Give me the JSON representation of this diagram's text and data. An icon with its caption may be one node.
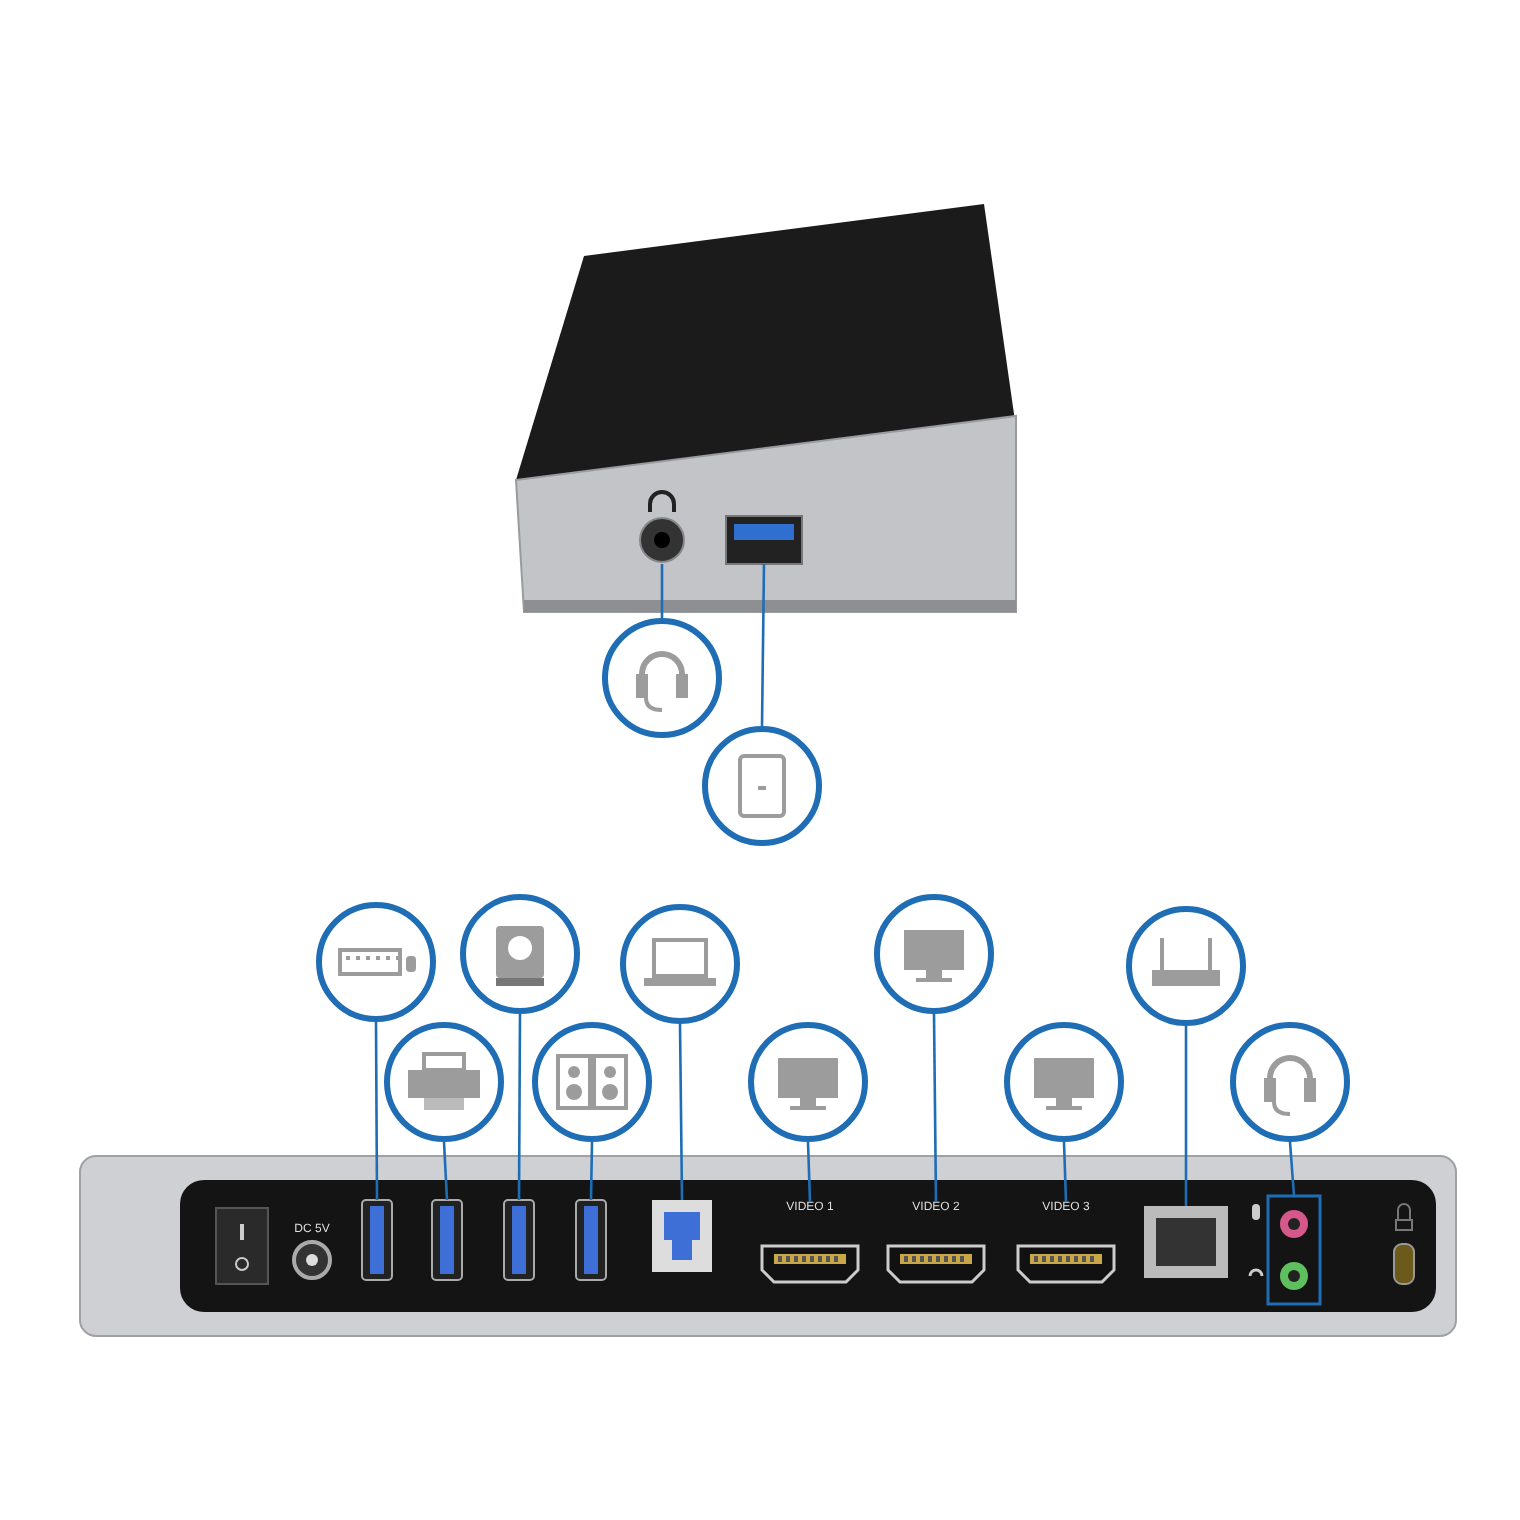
{
  "diagram": {
    "nodes": [
      {
        "text": [],
        "shape": "picture"
      },
      {
        "text": [],
        "shape": "picture"
      },
      {
        "text": [],
        "shape": "picture"
      },
      {
        "text": [],
        "shape": "picture"
      },
      {
        "text": [],
        "shape": "picture"
      },
      {
        "text": [],
        "shape": "picture"
      },
      {
        "text": [],
        "shape": "picture"
      },
      {
        "text": [],
        "shape": "picture"
      },
      {
        "text": [],
        "shape": "picture"
      },
      {
        "text": [],
        "shape": "picture"
      },
      {
        "text": [],
        "shape": "picture"
      },
      {
        "text": [],
        "shape": "picture"
      },
      {
        "text": [],
        "shape": "picture"
      },
      {
        "text": [],
        "shape": "picture"
      },
      {
        "text": [],
        "shape": "picture"
      },
      {
        "text": [],
        "shape": "picture"
      },
      {
        "text": [],
        "shape": "picture"
      },
      {
        "text": [],
        "shape": "picture"
      },
      {
        "text": [],
        "shape": "picture"
      },
      {
        "text": [],
        "beside": [
          "VIDEO 1"
        ],
        "shape": "picture"
      },
      {
        "text": [],
        "beside": [
          "VIDEO 2"
        ],
        "shape": "picture"
      },
      {
        "text": [],
        "beside": [
          "VIDEO 3"
        ],
        "shape": "picture"
      },
      {
        "text": [],
        "shape": "picture"
      },
      {
        "text": [],
        "shape": "picture"
      }
    ],
    "edges": [
      {
        "from": 2,
        "to": 0,
        "arrow": "none"
      },
      {
        "from": 3,
        "to": 1,
        "arrow": "none"
      },
      {
        "from": 4,
        "to": 14,
        "arrow": "none"
      },
      {
        "from": 9,
        "to": 15,
        "arrow": "none"
      },
      {
        "from": 5,
        "to": 16,
        "arrow": "none"
      },
      {
        "from": 10,
        "to": 17,
        "arrow": "none"
      },
      {
        "from": 6,
        "to": 18,
        "arrow": "none"
      },
      {
        "from": 11,
        "to": 19,
        "arrow": "none"
      },
      {
        "from": 7,
        "to": 20,
        "arrow": "none"
      },
      {
        "from": 12,
        "to": 21,
        "arrow": "none"
      },
      {
        "from": 8,
        "to": 22,
        "arrow": "none"
      },
      {
        "from": 13,
        "to": 23,
        "arrow": "none"
      }
    ],
    "labels": [
      "DC 5V"
    ]
  }
}
